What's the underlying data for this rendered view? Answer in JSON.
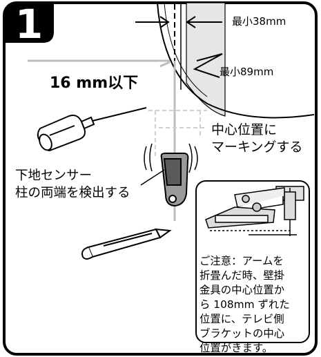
{
  "step": {
    "number": "1"
  },
  "labels": {
    "min_38": "最小38mm",
    "min_89": "最小89mm",
    "max_16": "16 mm以下",
    "center_mark_line1": "中心位置に",
    "center_mark_line2": "マーキングする",
    "stud_finder_line1": "下地センサー",
    "stud_finder_line2": "柱の両端を検出する"
  },
  "note": {
    "lines": [
      "ご注意：アームを",
      "折畳んだ時、壁掛",
      "金具の中心位置か",
      "ら 108mm ずれた",
      "位置に、テレビ側",
      "ブラケットの中心",
      "位置がきます。"
    ]
  },
  "colors": {
    "frame": "#000000",
    "stud_fill": "#e6e6e6",
    "guide_line": "#bdbdbd",
    "background": "#ffffff"
  },
  "icons": [
    "screwdriver-icon",
    "stud-finder-icon",
    "pencil-icon",
    "wall-mount-bracket-icon"
  ]
}
